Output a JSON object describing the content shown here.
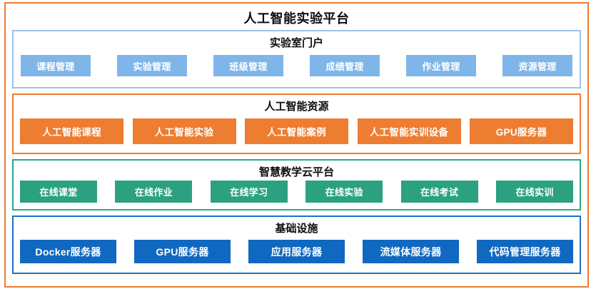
{
  "platform": {
    "title": "人工智能实验平台",
    "border_color": "#ED7D31"
  },
  "layers": [
    {
      "key": "portal",
      "title": "实验室门户",
      "border_color": "#9DC3E6",
      "chip_color": "#7EB6E9",
      "chips": [
        "课程管理",
        "实验管理",
        "班级管理",
        "成绩管理",
        "作业管理",
        "资源管理"
      ]
    },
    {
      "key": "resources",
      "title": "人工智能资源",
      "border_color": "#ED7D31",
      "chip_color": "#ED7D31",
      "chips": [
        "人工智能课程",
        "人工智能实验",
        "人工智能案例",
        "人工智能实训设备",
        "GPU服务器"
      ]
    },
    {
      "key": "cloud",
      "title": "智慧教学云平台",
      "border_color": "#2BA888",
      "chip_color": "#2BA17F",
      "chips": [
        "在线课堂",
        "在线作业",
        "在线学习",
        "在线实验",
        "在线考试",
        "在线实训"
      ]
    },
    {
      "key": "infra",
      "title": "基础设施",
      "border_color": "#1F6FC4",
      "chip_color": "#1068C0",
      "chips": [
        "Docker服务器",
        "GPU服务器",
        "应用服务器",
        "流媒体服务器",
        "代码管理服务器"
      ]
    }
  ]
}
